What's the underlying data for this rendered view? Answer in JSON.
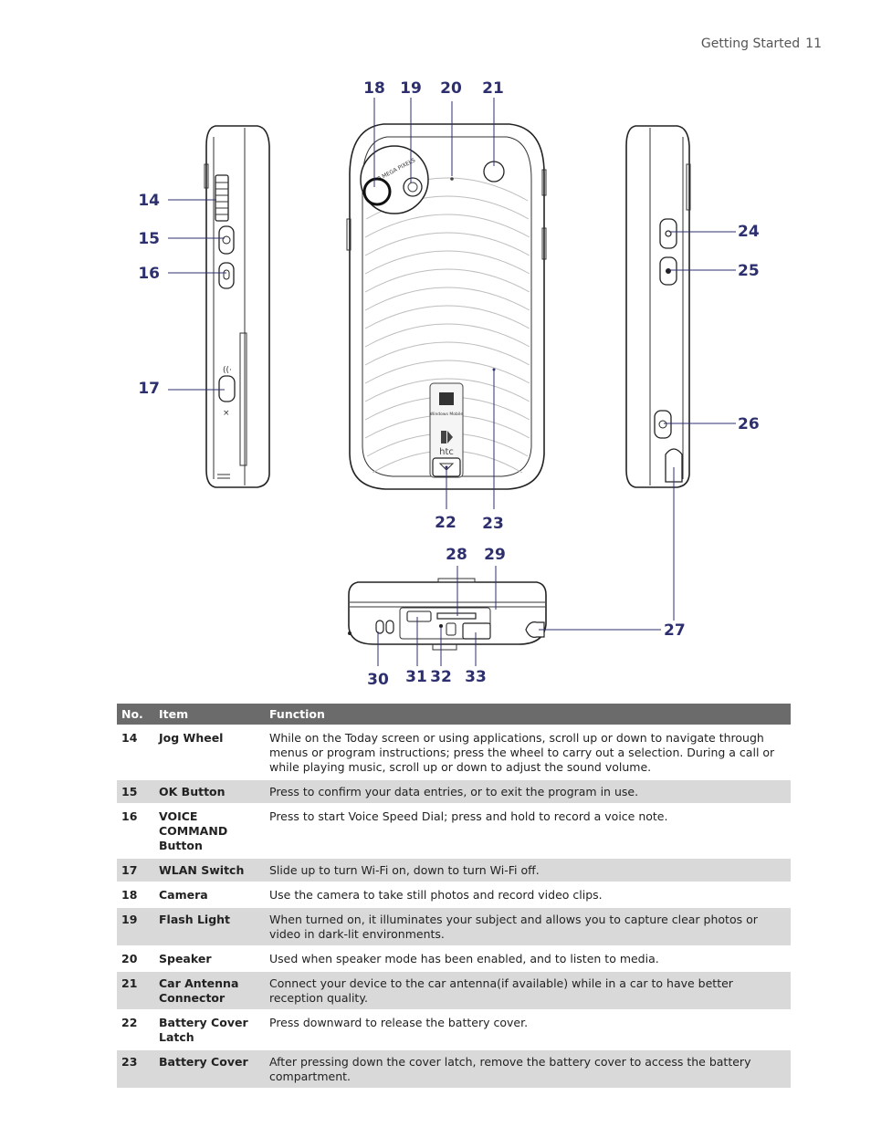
{
  "header": {
    "section": "Getting Started",
    "page": "11"
  },
  "callouts": [
    "14",
    "15",
    "16",
    "17",
    "18",
    "19",
    "20",
    "21",
    "22",
    "23",
    "24",
    "25",
    "26",
    "27",
    "28",
    "29",
    "30",
    "31",
    "32",
    "33"
  ],
  "device": {
    "camera_ring_text": "2.0 MEGA PIXELS",
    "brand": "htc",
    "os_badge": "Windows Mobile"
  },
  "table": {
    "columns": [
      "No.",
      "Item",
      "Function"
    ],
    "rows": [
      {
        "no": "14",
        "item": "Jog Wheel",
        "function": "While on the Today screen or using applications, scroll up or down to navigate through menus or program instructions; press the wheel to carry out a selection. During a call or while playing music, scroll up or down to adjust the sound volume."
      },
      {
        "no": "15",
        "item": "OK Button",
        "function": "Press to confirm your data entries, or to exit the program in use."
      },
      {
        "no": "16",
        "item": "VOICE COMMAND Button",
        "function": "Press to start Voice Speed Dial; press and hold to record a voice note."
      },
      {
        "no": "17",
        "item": "WLAN Switch",
        "function": "Slide up to turn Wi-Fi on, down to turn Wi-Fi off."
      },
      {
        "no": "18",
        "item": "Camera",
        "function": "Use the camera to take still photos and record video clips."
      },
      {
        "no": "19",
        "item": "Flash Light",
        "function": "When turned on, it illuminates your subject and allows you to capture clear photos or video in dark-lit environments."
      },
      {
        "no": "20",
        "item": "Speaker",
        "function": "Used when speaker mode has been enabled, and to listen to media."
      },
      {
        "no": "21",
        "item": "Car Antenna Connector",
        "function": "Connect your device to the car antenna(if available) while in a car to have better reception quality."
      },
      {
        "no": "22",
        "item": "Battery Cover Latch",
        "function": "Press downward to release the battery cover."
      },
      {
        "no": "23",
        "item": "Battery Cover",
        "function": "After pressing down the cover latch, remove the battery cover to access the battery compartment."
      }
    ]
  }
}
